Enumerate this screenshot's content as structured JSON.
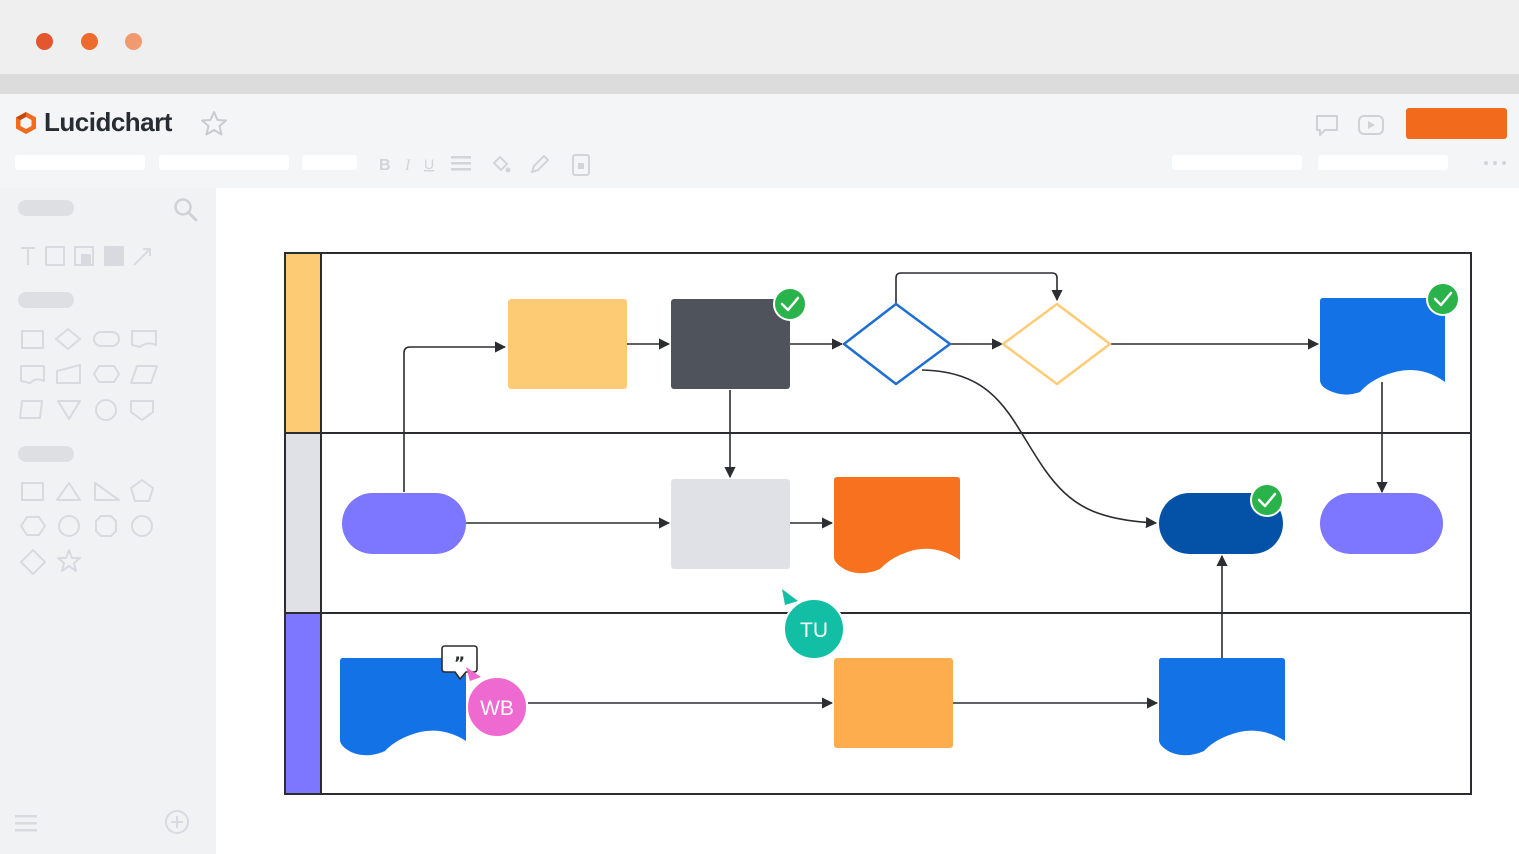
{
  "window": {
    "dot_colors": [
      "#e4572e",
      "#ec6b2d",
      "#f19a6f"
    ]
  },
  "app": {
    "name": "Lucidchart",
    "brand_color": "#f26a1b"
  },
  "toolbar": {
    "format_buttons": [
      "B",
      "I",
      "U"
    ]
  },
  "icons": {
    "header": [
      "star-icon",
      "comment-icon",
      "present-icon"
    ],
    "toolbar": [
      "bold-icon",
      "italic-icon",
      "underline-icon",
      "align-icon",
      "fill-icon",
      "line-color-icon",
      "lock-icon",
      "more-icon"
    ],
    "sidebar": [
      "search-icon",
      "menu-icon",
      "add-icon"
    ]
  },
  "collaborators": [
    {
      "initials": "WB",
      "color": "#ee6ad0"
    },
    {
      "initials": "TU",
      "color": "#12bfa5"
    }
  ],
  "swimlanes": [
    {
      "color": "#fecb75"
    },
    {
      "color": "#e0e1e6"
    },
    {
      "color": "#7d76ff"
    }
  ],
  "colors": {
    "canvas": "#ffffff",
    "check": "#2ab34b",
    "blue": "#1372e6",
    "dark_blue": "#0352a8",
    "purple": "#7d76ff",
    "orange": "#f7711e",
    "light_orange": "#fdac4e",
    "yellow": "#fecb75",
    "dark_gray": "#4f535c",
    "light_gray": "#e0e1e6"
  }
}
